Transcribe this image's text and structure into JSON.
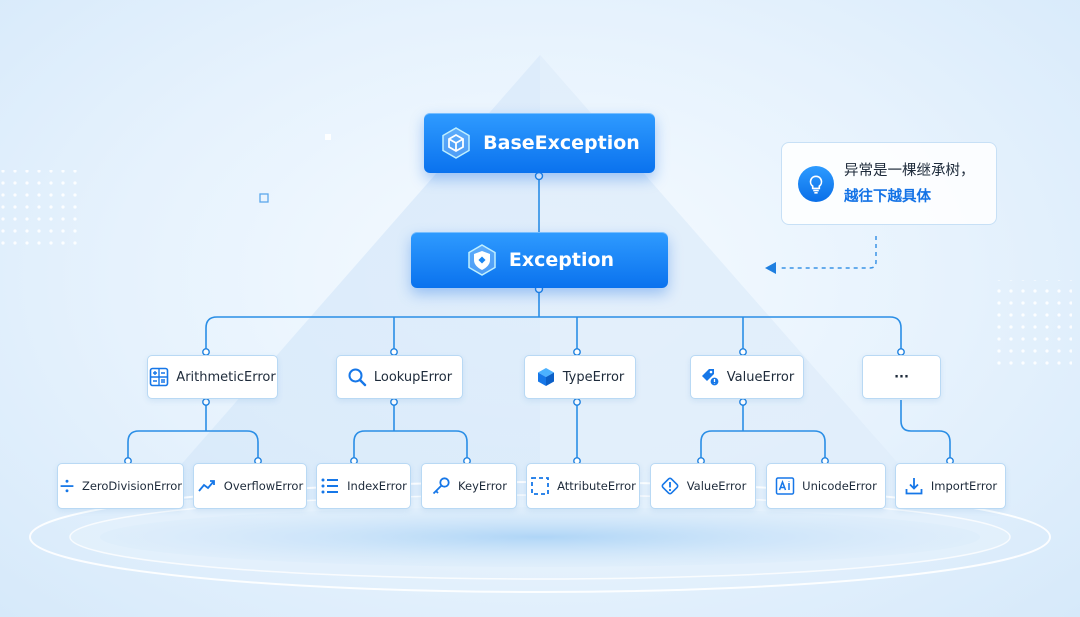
{
  "root": {
    "label": "BaseException",
    "icon": "cube-icon"
  },
  "level1": {
    "label": "Exception",
    "icon": "shield-icon"
  },
  "categories": [
    {
      "label": "ArithmeticError",
      "icon": "calculator-icon"
    },
    {
      "label": "LookupError",
      "icon": "magnifier-icon"
    },
    {
      "label": "TypeError",
      "icon": "cube-solid-icon"
    },
    {
      "label": "ValueError",
      "icon": "tag-icon"
    },
    {
      "label": "···",
      "icon": ""
    }
  ],
  "leaves": [
    {
      "label": "ZeroDivisionError",
      "icon": "divide-icon"
    },
    {
      "label": "OverflowError",
      "icon": "trend-up-icon"
    },
    {
      "label": "IndexError",
      "icon": "list-icon"
    },
    {
      "label": "KeyError",
      "icon": "key-icon"
    },
    {
      "label": "AttributeError",
      "icon": "dashed-square-icon"
    },
    {
      "label": "ValueError",
      "icon": "warning-diamond-icon"
    },
    {
      "label": "UnicodeError",
      "icon": "text-box-icon"
    },
    {
      "label": "ImportError",
      "icon": "download-icon"
    }
  ],
  "note": {
    "line1": "异常是一棵继承树，",
    "line2": "越往下越具体",
    "icon": "lightbulb-icon"
  },
  "colors": {
    "accent": "#1473e6",
    "connector": "#2a8ee6",
    "node_border": "#b9d9f4"
  }
}
